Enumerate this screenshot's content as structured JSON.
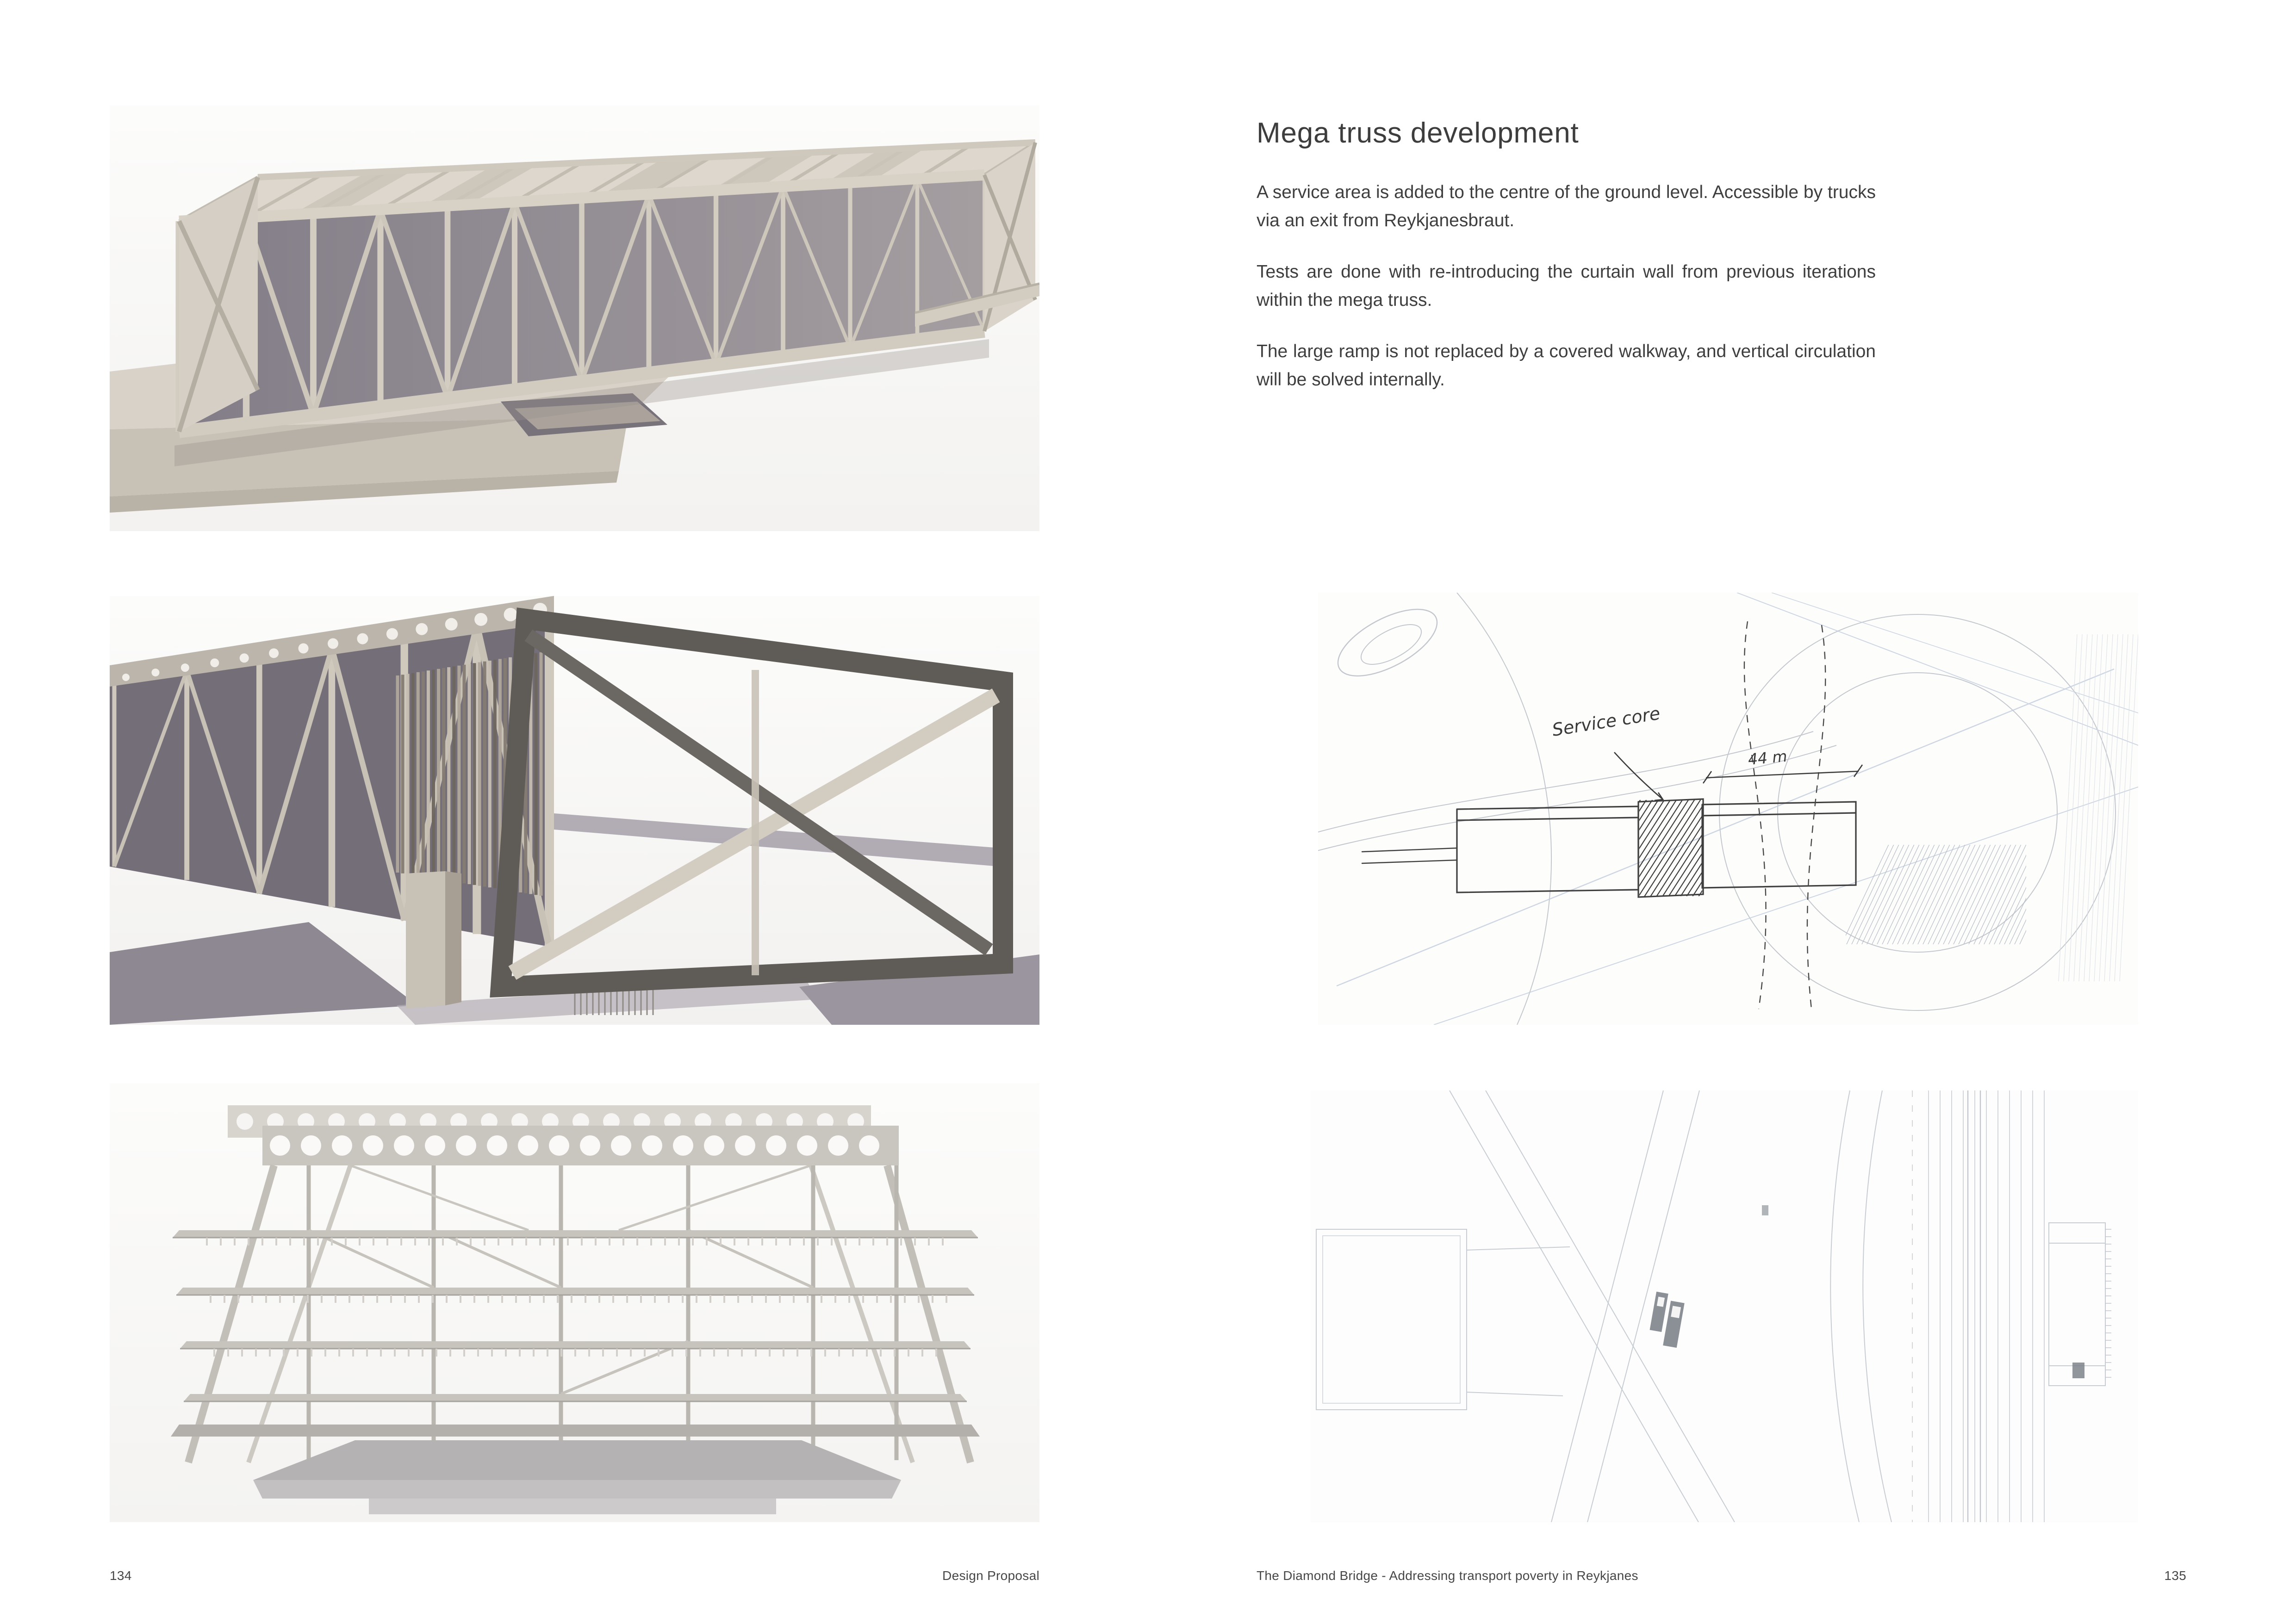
{
  "header": {
    "title": "Mega truss development"
  },
  "body": {
    "paragraphs": [
      {
        "text": "A service area is added to the centre of the ground level. Accessible by trucks via an exit from Reykjanesbraut."
      },
      {
        "text": "Tests are done with re-introducing the curtain wall from previous iterations within the mega truss."
      },
      {
        "text": "The large ramp is not replaced by a covered walkway, and vertical circulation will be solved internally."
      }
    ]
  },
  "sketch": {
    "service_core": "Service core",
    "dimension": "44 m"
  },
  "footer": {
    "page_number_left": "134",
    "footer_left": "Design Proposal",
    "footer_right": "The Diamond Bridge - Addressing transport poverty in Reykjanes",
    "page_number_right": "135"
  },
  "style_colors": {
    "render_beige": "#d3ccc1",
    "render_beige_dark": "#b4ada2",
    "render_interior_shadow": "#837d88",
    "render_ground_shadow": "#8e8893",
    "pencil": "#3f3f3f",
    "construction_blue": "#c3cdde",
    "plan_line_light": "#c8cdd3",
    "text": "#3e3e3e"
  }
}
